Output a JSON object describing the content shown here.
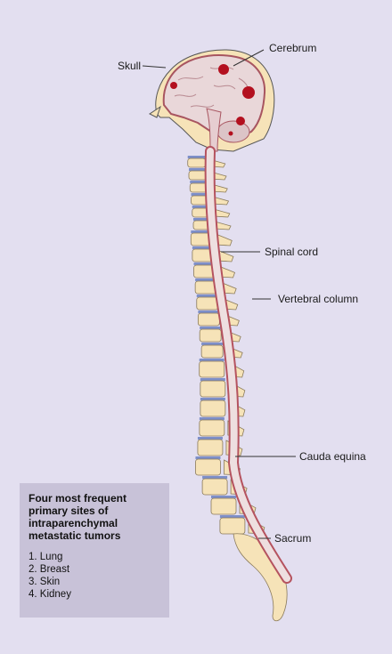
{
  "labels": {
    "skull": "Skull",
    "cerebrum": "Cerebrum",
    "spinal_cord": "Spinal cord",
    "vertebral_column": "Vertebral column",
    "cauda_equina": "Cauda equina",
    "sacrum": "Sacrum"
  },
  "legend": {
    "title": "Four most frequent primary sites of intraparenchymal metastatic tumors",
    "items": [
      "1. Lung",
      "2. Breast",
      "3. Skin",
      "4. Kidney"
    ]
  },
  "colors": {
    "background": "#e3dff0",
    "bone": "#f6e3b8",
    "disc": "#7d8fc9",
    "cord": "#e6cdd0",
    "dura": "#b5535f",
    "tumor": "#b3101f",
    "legend_bg": "#c8c2d8"
  }
}
